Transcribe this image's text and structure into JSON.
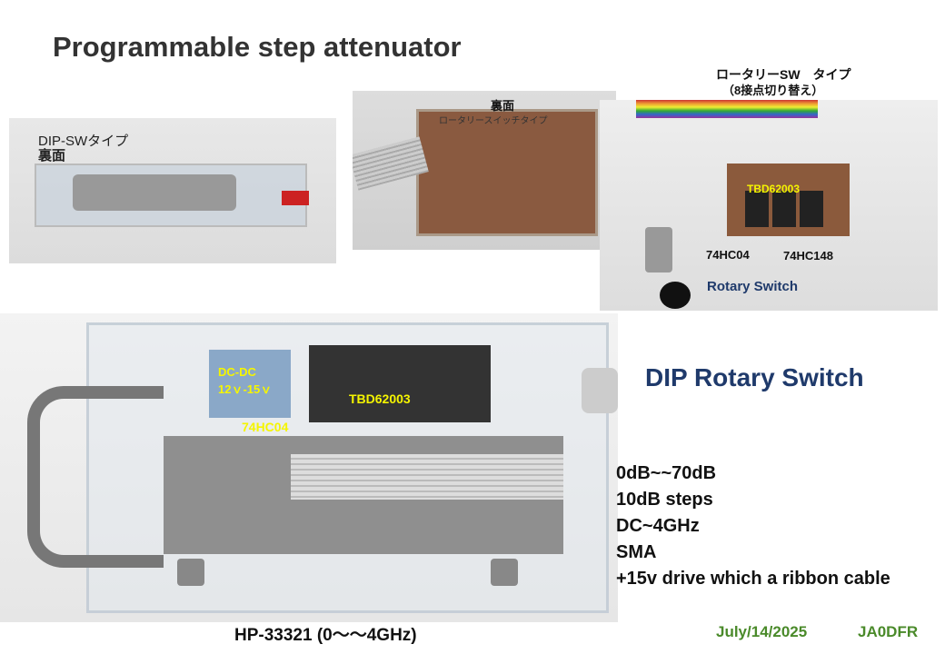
{
  "title": "Programmable step attenuator",
  "dip_photo": {
    "label1": "DIP-SWタイプ",
    "label2": "裏面"
  },
  "back_photo": {
    "label1": "裏面",
    "label2": "ロータリースイッチタイプ"
  },
  "rotary_photo": {
    "label1": "ロータリーSW　タイプ",
    "label2": "（8接点切り替え）",
    "chip1": "TBD62003",
    "chip2": "74HC04",
    "chip3": "74HC148",
    "caption": "Rotary Switch"
  },
  "main_photo": {
    "dcdc1": "DC-DC",
    "dcdc2": "12ｖ-15ｖ",
    "chip1": "TBD62003",
    "chip2": "74HC04",
    "caption": "HP-33321 (0〜〜4GHz)"
  },
  "heading": "DIP Rotary Switch",
  "specs": [
    "0dB~~70dB",
    "10dB steps",
    "DC~4GHz",
    "SMA",
    "+15v drive which a ribbon cable"
  ],
  "footer": {
    "date": "July/14/2025",
    "author": "JA0DFR"
  },
  "colors": {
    "title": "#333333",
    "heading": "#1f3a6b",
    "yellow": "#f5f500",
    "footer": "#4a8a2a"
  }
}
